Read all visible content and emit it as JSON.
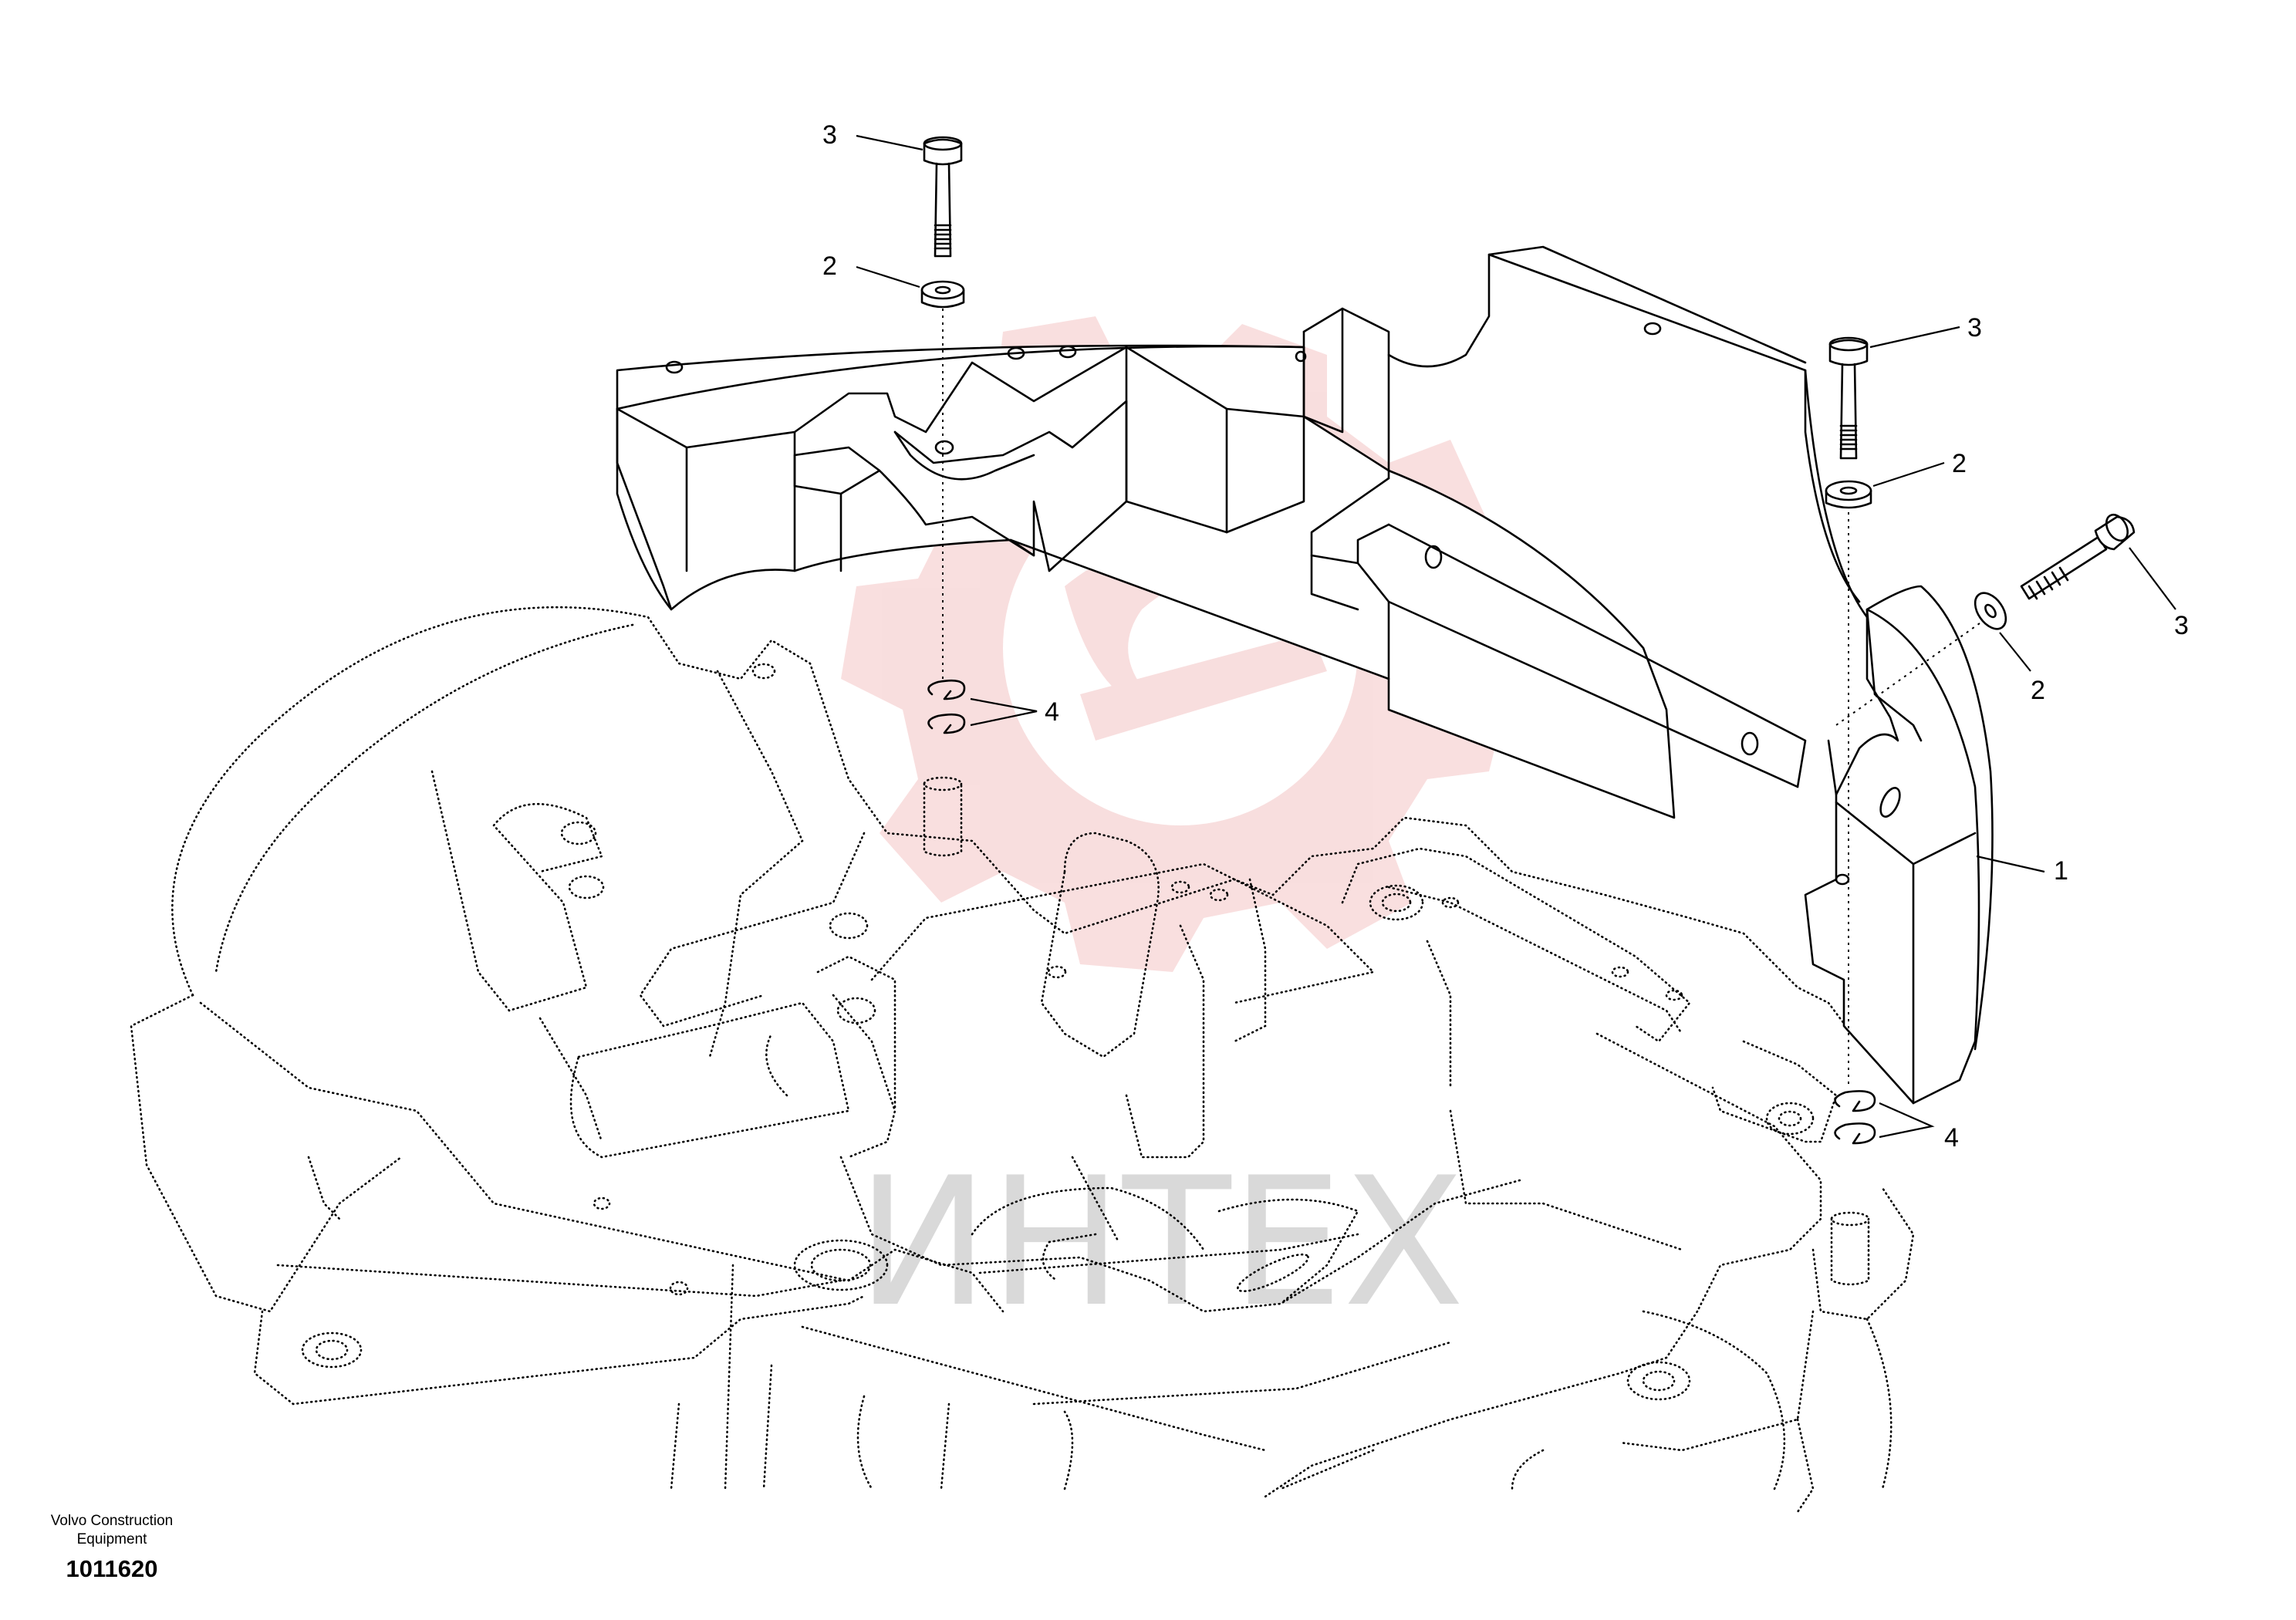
{
  "callouts": [
    {
      "label": "3"
    },
    {
      "label": "2"
    },
    {
      "label": "3"
    },
    {
      "label": "2"
    },
    {
      "label": "3"
    },
    {
      "label": "2"
    },
    {
      "label": "4"
    },
    {
      "label": "1"
    },
    {
      "label": "4"
    }
  ],
  "watermark": {
    "text": "ИНТЕХ",
    "color": "#f2c6c6"
  },
  "footer": {
    "company_line1": "Volvo Construction",
    "company_line2": "Equipment",
    "drawing_number": "1011620"
  },
  "colors": {
    "line": "#000000",
    "watermark_logo": "#f4c4c4",
    "watermark_text": "#d9d9d9",
    "background": "#ffffff"
  }
}
